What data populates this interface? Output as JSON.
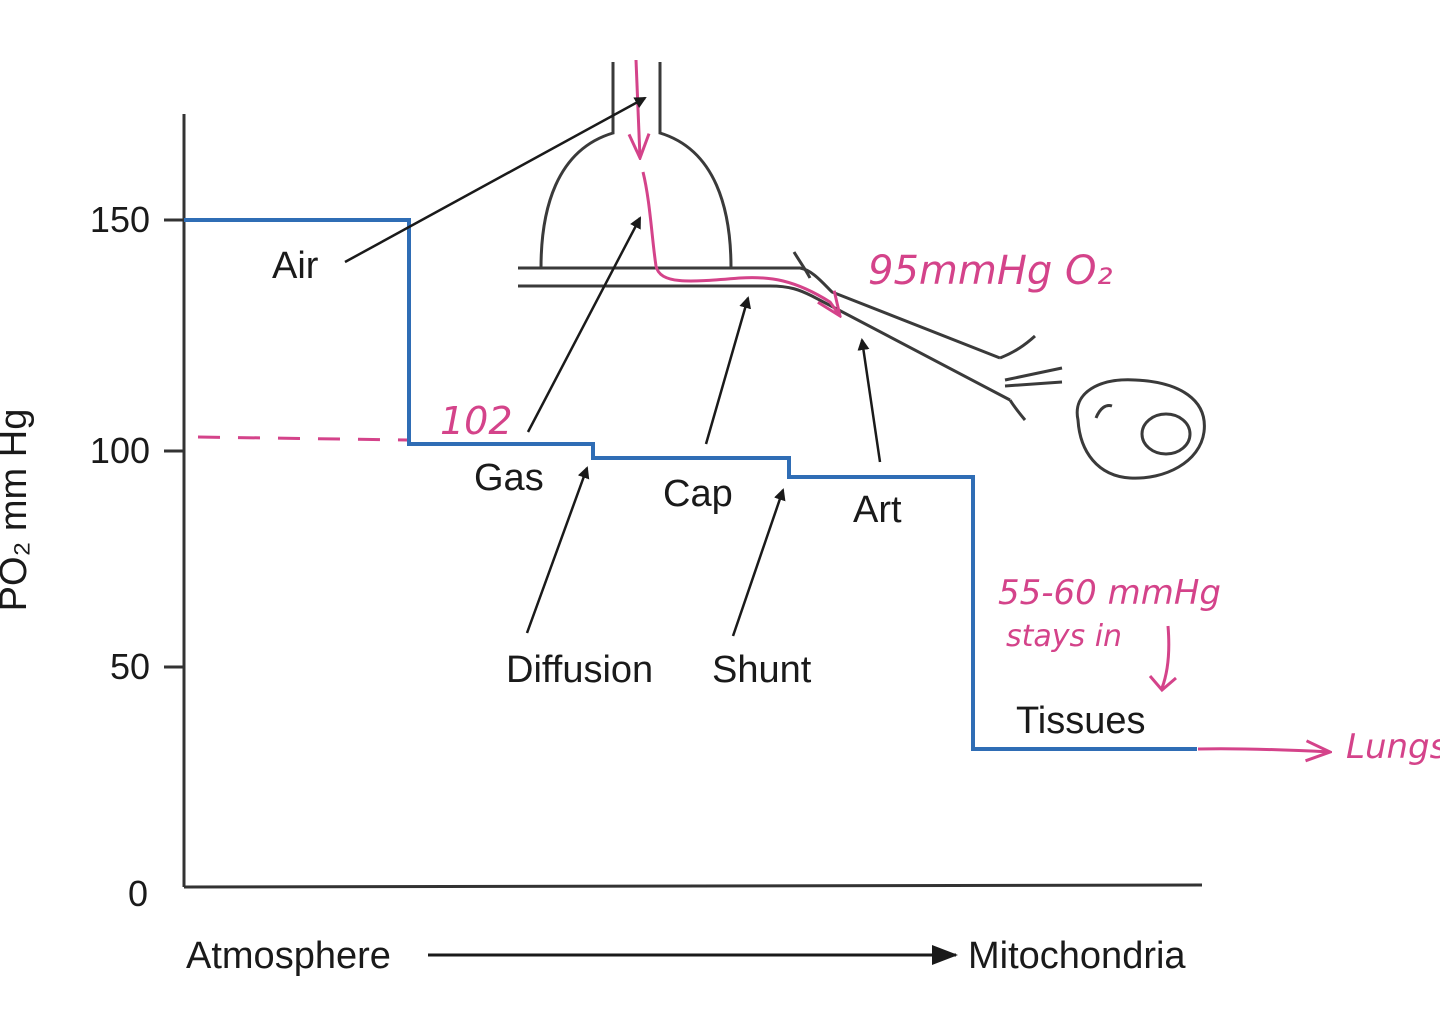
{
  "y_axis": {
    "label": "PO₂ mm Hg",
    "ticks": [
      "150",
      "100",
      "50",
      "0"
    ]
  },
  "x_axis": {
    "start_label": "Atmosphere",
    "end_label": "Mitochondria"
  },
  "step_labels": {
    "air": "Air",
    "gas": "Gas",
    "cap": "Cap",
    "art": "Art",
    "tissues": "Tissues",
    "diffusion": "Diffusion",
    "shunt": "Shunt"
  },
  "handwritten_notes": {
    "alveolar_value": "102",
    "arterial": "95mmHg O₂",
    "tissue_range": "55-60 mmHg",
    "tissue_note": "stays in",
    "lungs": "Lungs"
  },
  "colors": {
    "curve": "#2f6db5",
    "annotation": "#d4438a",
    "ink": "#1a1a1a"
  },
  "icons": [
    "alveolus-icon",
    "blood-vessel-icon",
    "cell-icon"
  ]
}
